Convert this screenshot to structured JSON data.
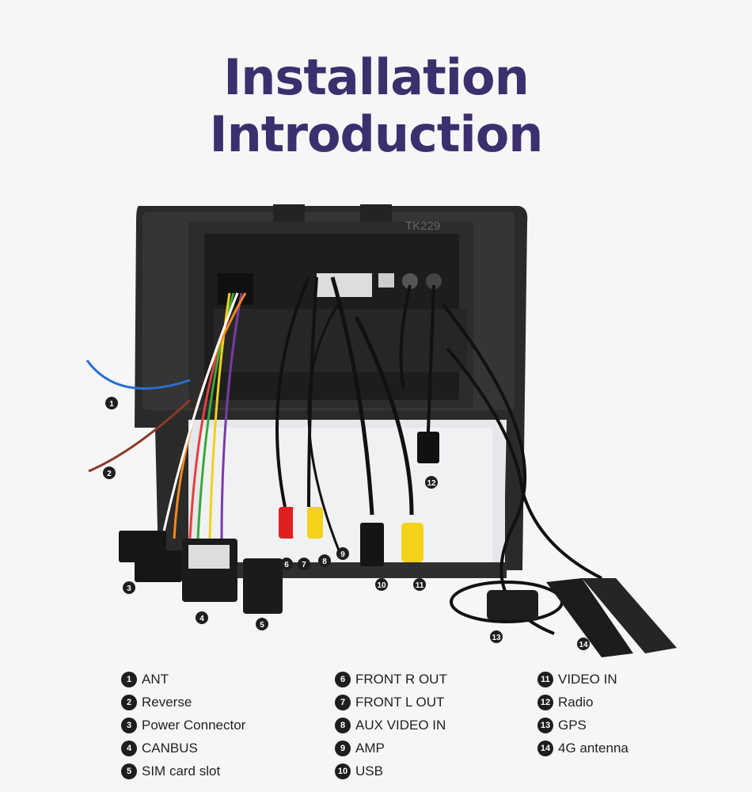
{
  "title": {
    "line1": "Installation",
    "line2": "Introduction"
  },
  "device_print": "TK229",
  "callouts": [
    "1",
    "2",
    "3",
    "4",
    "5",
    "6",
    "7",
    "8",
    "9",
    "10",
    "11",
    "12",
    "13",
    "14"
  ],
  "legend": {
    "col1": [
      {
        "num": "1",
        "label": "ANT"
      },
      {
        "num": "2",
        "label": "Reverse"
      },
      {
        "num": "3",
        "label": "Power Connector"
      },
      {
        "num": "4",
        "label": "CANBUS"
      },
      {
        "num": "5",
        "label": "SIM card slot"
      }
    ],
    "col2": [
      {
        "num": "6",
        "label": "FRONT R OUT"
      },
      {
        "num": "7",
        "label": "FRONT L OUT"
      },
      {
        "num": "8",
        "label": "AUX VIDEO IN"
      },
      {
        "num": "9",
        "label": "AMP"
      },
      {
        "num": "10",
        "label": "USB"
      }
    ],
    "col3": [
      {
        "num": "11",
        "label": "VIDEO IN"
      },
      {
        "num": "12",
        "label": "Radio"
      },
      {
        "num": "13",
        "label": "GPS"
      },
      {
        "num": "14",
        "label": "4G antenna"
      }
    ]
  },
  "colors": {
    "title": "#3c2f6e",
    "badge": "#1e1e1e",
    "rca_red": "#e02020",
    "rca_yellow": "#f3d21a"
  }
}
